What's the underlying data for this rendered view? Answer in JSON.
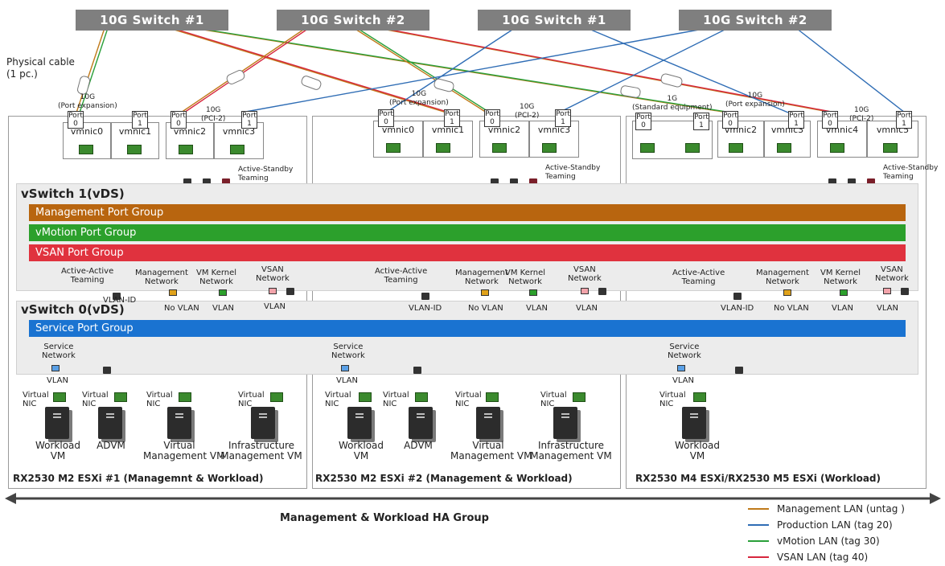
{
  "switches": [
    {
      "label": "10G Switch #1"
    },
    {
      "label": "10G Switch #2"
    },
    {
      "label": "10G Switch #1"
    },
    {
      "label": "10G Switch #2"
    }
  ],
  "physical_cable": "Physical cable\n(1 pc.)",
  "nic_labels": {
    "port_expansion": "10G\n(Port expansion)",
    "pci2": "10G\n(PCI-2)",
    "standard": "1G\n(Standard equipment)"
  },
  "port0": "Port\n0",
  "port1": "Port\n1",
  "teaming_as": "Active-Standby\nTeaming",
  "teaming_aa": "Active-Active\nTeaming",
  "vswitch1": "vSwitch 1(vDS)",
  "vswitch0": "vSwitch 0(vDS)",
  "port_groups": {
    "management": "Management Port Group",
    "vmotion": "vMotion Port Group",
    "vsan": "VSAN Port Group",
    "service": "Service Port Group"
  },
  "net_labels": {
    "management": "Management\nNetwork",
    "vmkernel": "VM Kernel\nNetwork",
    "vsan": "VSAN\nNetwork",
    "service": "Service\nNetwork"
  },
  "vlan": {
    "vlan_id": "VLAN-ID",
    "no_vlan": "No VLAN",
    "vlan": "VLAN"
  },
  "virtual_nic": "Virtual\nNIC",
  "hosts": [
    {
      "title": "RX2530 M2 ESXi #1 (Managemnt & Workload)",
      "vmnics": [
        "vmnic0",
        "vmnic1",
        "vmnic2",
        "vmnic3"
      ],
      "vms": [
        "Workload\nVM",
        "ADVM",
        "Virtual\nManagement VM",
        "Infrastructure\nManagement VM"
      ]
    },
    {
      "title": "RX2530 M2 ESXi #2 (Management & Workload)",
      "vmnics": [
        "vmnic0",
        "vmnic1",
        "vmnic2",
        "vmnic3"
      ],
      "vms": [
        "Workload\nVM",
        "ADVM",
        "Virtual\nManagement VM",
        "Infrastructure\nManagement VM"
      ]
    },
    {
      "title": "RX2530 M4 ESXi/RX2530 M5 ESXi (Workload)",
      "vmnics": [
        "vmnic2",
        "vmnic3",
        "vmnic4",
        "vmnic5"
      ],
      "vms": [
        "Workload\nVM"
      ]
    }
  ],
  "group_label": "Management & Workload HA Group",
  "legend": [
    {
      "label": "Management LAN (untag )",
      "color": "#c07a1a"
    },
    {
      "label": "Production LAN (tag 20)",
      "color": "#2f6db5"
    },
    {
      "label": "vMotion LAN (tag 30)",
      "color": "#2aa03a"
    },
    {
      "label": "VSAN LAN (tag 40)",
      "color": "#d7263d"
    }
  ],
  "colors": {
    "management": "#b8650f",
    "vmotion": "#2ca02c",
    "vsan": "#e0323e",
    "service": "#1a73d1"
  }
}
